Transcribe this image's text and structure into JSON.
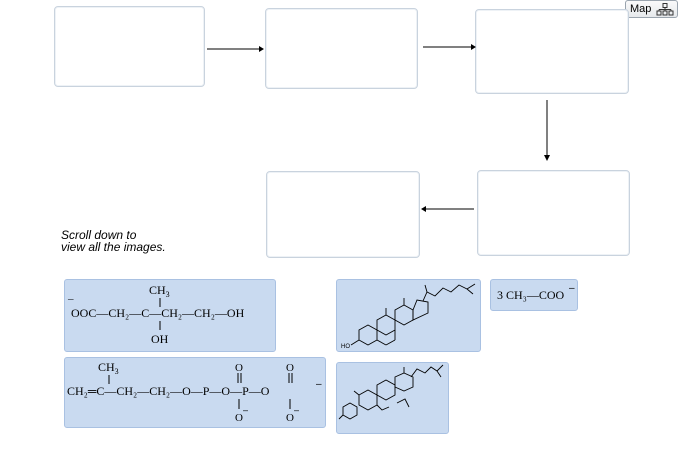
{
  "map_button": {
    "label": "Map",
    "icon": "sitemap-icon"
  },
  "hint": {
    "line1": "Scroll down to",
    "line2": "view all the images."
  },
  "tiles": {
    "mevalonate": {
      "ch3": "CH",
      "ch3_sub": "3",
      "chain": "OOC—CH₂—C—CH₂—CH₂—OH",
      "charge": "–",
      "oh": "OH"
    },
    "isopentenyl_pp": {
      "ch3": "CH",
      "ch3_sub": "3",
      "chain": "CH₂═C—CH₂—CH₂—O—P—O—P—O",
      "o_top1": "O",
      "o_top2": "O",
      "o_bot1": "O",
      "o_bot2": "O",
      "neg": "–"
    },
    "cholesterol": {
      "ho": "HO"
    },
    "acetate": {
      "text": "3 CH₃—COO",
      "neg": "–"
    },
    "squalene": {}
  }
}
